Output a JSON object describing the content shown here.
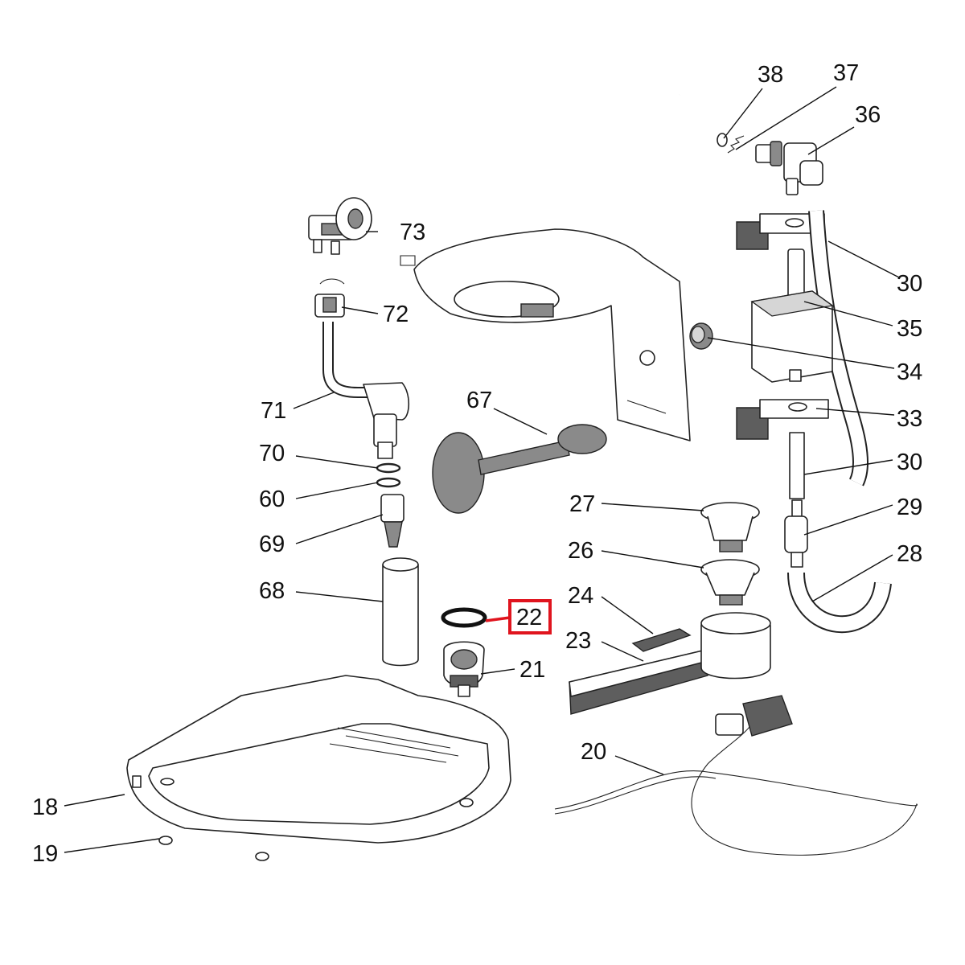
{
  "diagram": {
    "labels": {
      "p18": "18",
      "p19": "19",
      "p20": "20",
      "p21": "21",
      "p22": "22",
      "p23": "23",
      "p24": "24",
      "p26": "26",
      "p27": "27",
      "p28": "28",
      "p29": "29",
      "p30a": "30",
      "p30b": "30",
      "p33": "33",
      "p34": "34",
      "p35": "35",
      "p36": "36",
      "p37": "37",
      "p38": "38",
      "p60": "60",
      "p67": "67",
      "p68": "68",
      "p69": "69",
      "p70": "70",
      "p71": "71",
      "p72": "72",
      "p73": "73"
    },
    "highlighted_part": "22",
    "colors": {
      "highlight": "#e0141e",
      "line": "#222222",
      "part_grey": "#8a8a8a"
    }
  }
}
